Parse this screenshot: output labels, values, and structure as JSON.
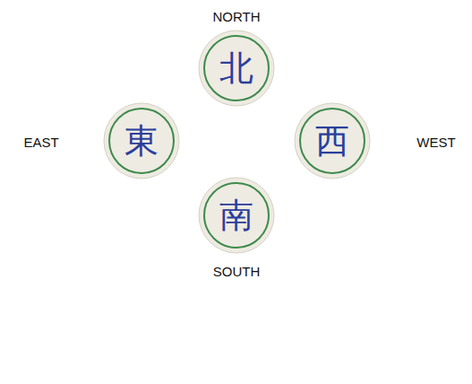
{
  "diagram": {
    "nodes": [
      {
        "text": [
          "北"
        ]
      },
      {
        "text": [
          "東"
        ]
      },
      {
        "text": [
          "西"
        ]
      },
      {
        "text": [
          "南"
        ]
      }
    ],
    "labels": [
      "NORTH",
      "EAST",
      "WEST",
      "SOUTH"
    ]
  }
}
